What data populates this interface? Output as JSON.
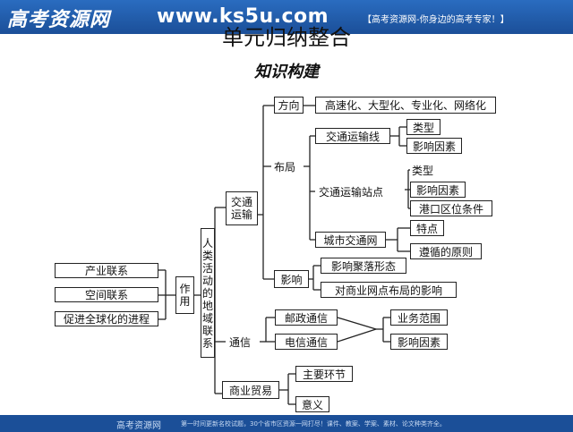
{
  "header": {
    "logo": "高考资源网",
    "url": "www.ks5u.com",
    "slogan": "【高考资源网-你身边的高考专家！】"
  },
  "footer": {
    "logo": "高考资源网",
    "text": "第一时间更新名校试题，30个省市区资源一网打尽！课件、教案、学案、素材、论文种类齐全。"
  },
  "title": "单元归纳整合",
  "subtitle": "知识构建",
  "nodes": {
    "industry": "产业联系",
    "space": "空间联系",
    "globalization": "促进全球化的进程",
    "role_1": "作",
    "role_2": "用",
    "center": [
      "人",
      "类",
      "活",
      "动",
      "的",
      "地",
      "域",
      "联",
      "系"
    ],
    "transport_1": "交通",
    "transport_2": "运输",
    "direction": "方向",
    "direction_detail": "高速化、大型化、专业化、网络化",
    "layout": "布局",
    "line": "交通运输线",
    "line_type": "类型",
    "line_factor": "影响因素",
    "station": "交通运输站点",
    "station_type": "类型",
    "station_factor": "影响因素",
    "port": "港口区位条件",
    "city": "城市交通网",
    "city_feature": "特点",
    "city_principle": "遵循的原则",
    "impact": "影响",
    "impact_settlement": "影响聚落形态",
    "impact_commerce": "对商业网点布局的影响",
    "comm": "通信",
    "post": "邮政通信",
    "telecom": "电信通信",
    "business_scope": "业务范围",
    "comm_factor": "影响因素",
    "trade": "商业贸易",
    "main_link": "主要环节",
    "meaning": "意义"
  },
  "colors": {
    "header_bg": "#1b4f98",
    "line": "#222222"
  }
}
